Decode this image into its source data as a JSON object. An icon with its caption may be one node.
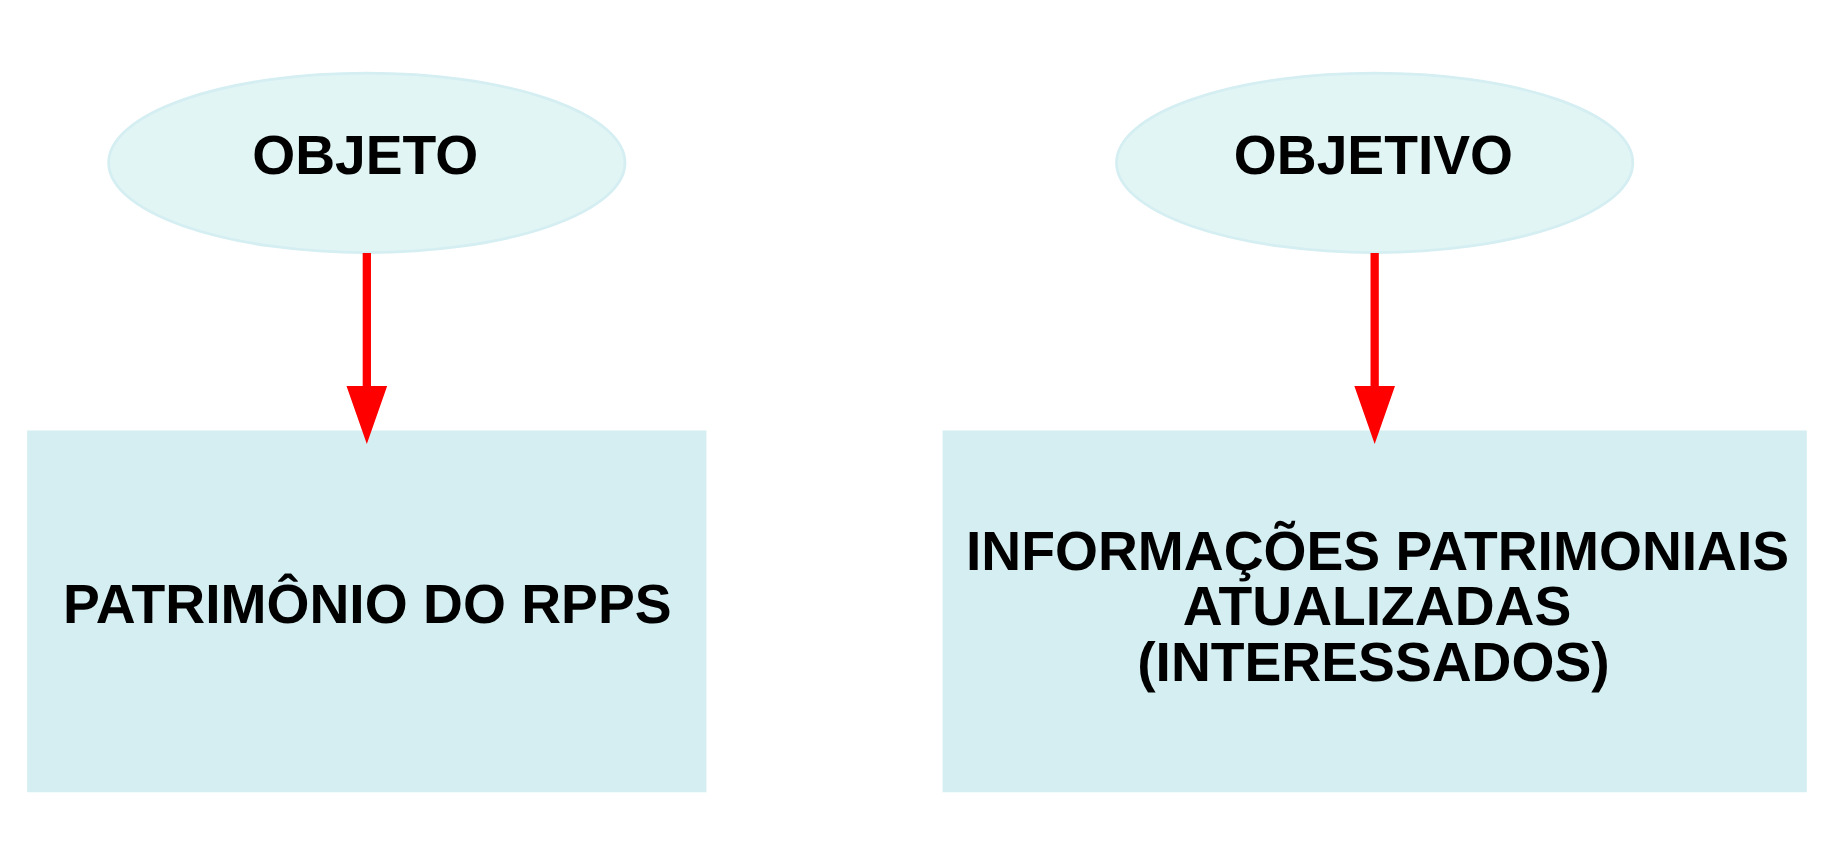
{
  "diagram": {
    "nodes": [
      {
        "text": [
          "OBJETO"
        ]
      },
      {
        "text": [
          "PATRIMÔNIO DO RPPS"
        ]
      },
      {
        "text": [
          "OBJETIVO"
        ]
      },
      {
        "text": [
          "INFORMAÇÕES PATRIMONIAIS ATUALIZADAS (INTERESSADOS)"
        ]
      }
    ],
    "edges": [
      {
        "from": 0,
        "to": 1,
        "arrow": "to"
      },
      {
        "from": 2,
        "to": 3,
        "arrow": "to"
      }
    ]
  }
}
